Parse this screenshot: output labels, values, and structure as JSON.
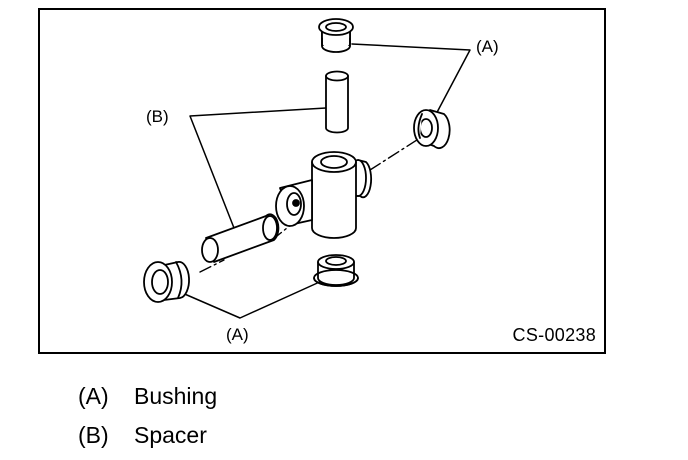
{
  "figure": {
    "id": "CS-00238",
    "callouts": {
      "a": "(A)",
      "b": "(B)"
    }
  },
  "legend": [
    {
      "key": "(A)",
      "label": "Bushing"
    },
    {
      "key": "(B)",
      "label": "Spacer"
    }
  ]
}
